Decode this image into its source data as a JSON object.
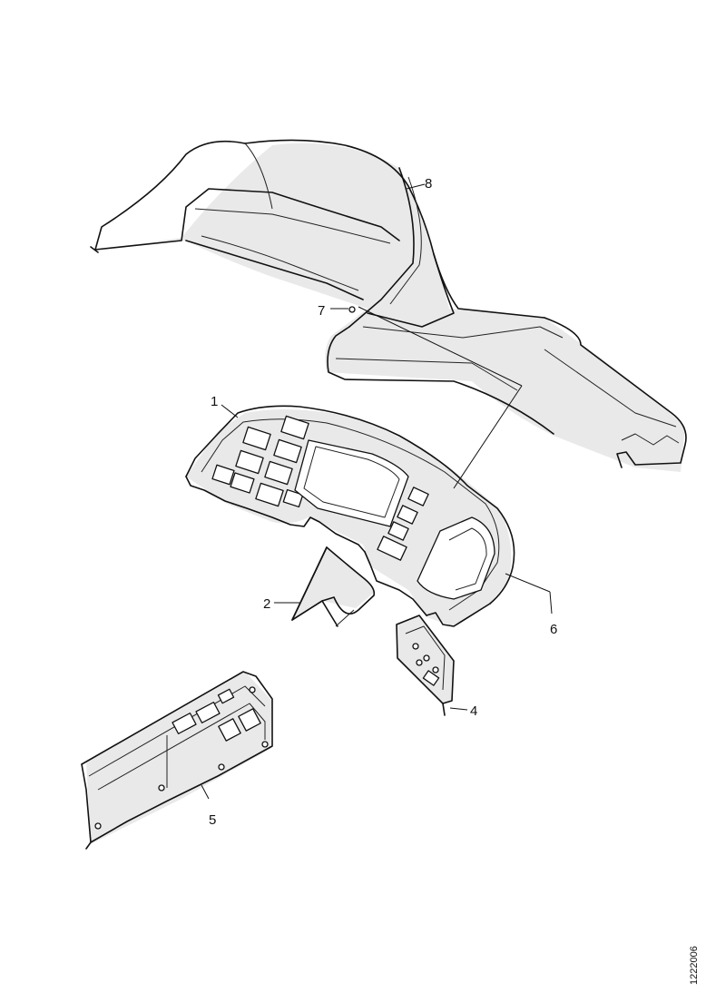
{
  "drawing_id": "1222006",
  "callouts": [
    {
      "id": "c1",
      "label": "1"
    },
    {
      "id": "c2",
      "label": "2"
    },
    {
      "id": "c4",
      "label": "4"
    },
    {
      "id": "c5",
      "label": "5"
    },
    {
      "id": "c6",
      "label": "6"
    },
    {
      "id": "c7",
      "label": "7"
    },
    {
      "id": "c8",
      "label": "8"
    }
  ]
}
